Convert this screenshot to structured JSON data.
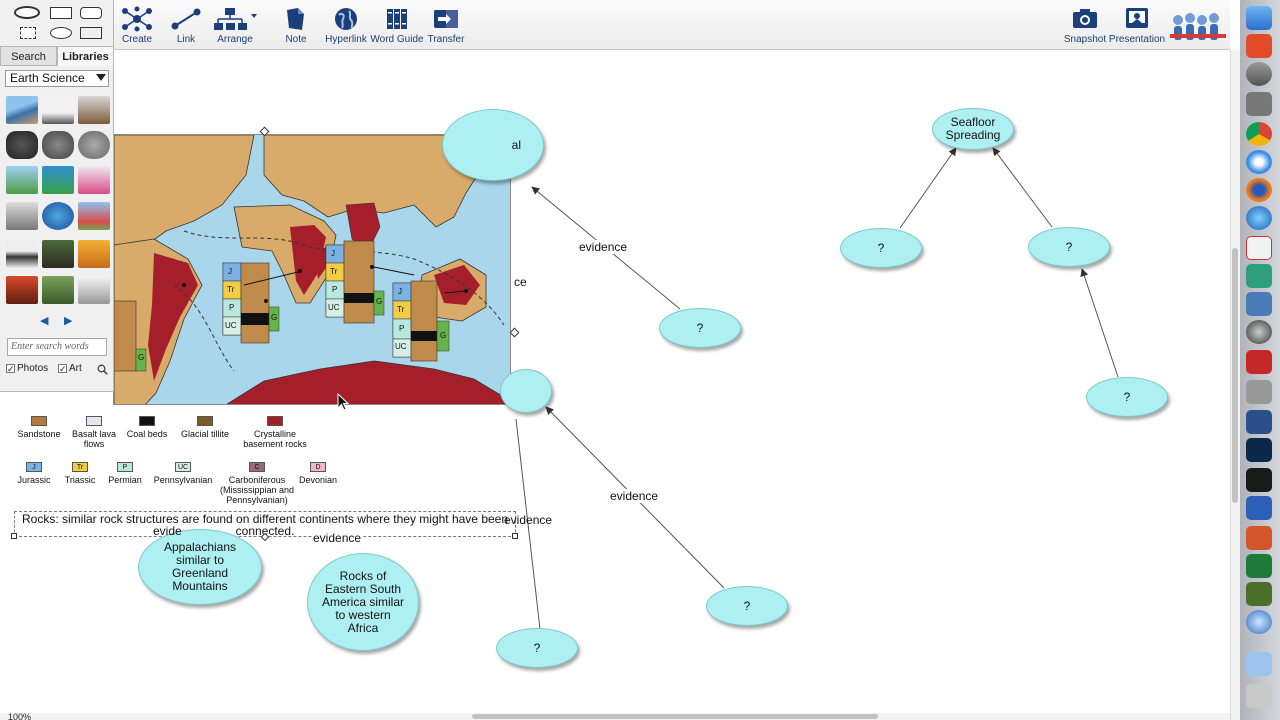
{
  "toolbar": {
    "create": "Create",
    "link": "Link",
    "arrange": "Arrange",
    "note": "Note",
    "hyperlink": "Hyperlink",
    "word_guide": "Word Guide",
    "transfer": "Transfer",
    "snapshot": "Snapshot",
    "presentation": "Presentation"
  },
  "panel": {
    "tab_search": "Search",
    "tab_libraries": "Libraries",
    "library": "Earth Science",
    "search_placeholder": "Enter search words",
    "photos": "Photos",
    "art": "Art",
    "check": "✓"
  },
  "map": {
    "rock_labels": [
      "J",
      "Tr",
      "P",
      "UC",
      "G"
    ]
  },
  "legend": {
    "row1": [
      "Sandstone",
      "Basalt lava flows",
      "Coal beds",
      "Glacial tillite",
      "Crystalline basement rocks"
    ],
    "row2": [
      {
        "abbr": "J",
        "name": "Jurassic"
      },
      {
        "abbr": "Tr",
        "name": "Triassic"
      },
      {
        "abbr": "P",
        "name": "Permian"
      },
      {
        "abbr": "UC",
        "name": "Pennsylvanian"
      },
      {
        "abbr": "C",
        "name": "Carboniferous (Mississippian and Pennsylvanian)"
      },
      {
        "abbr": "D",
        "name": "Devonian"
      }
    ]
  },
  "caption": "Rocks: similar rock structures are found on different continents where they might have been connected.",
  "nodes": {
    "seafloor": "Seafloor Spreading",
    "appalachians": "Appalachians similar to Greenland Mountains",
    "rocks_africa": "Rocks of Eastern South America similar to western Africa",
    "hidden_fragment": "al",
    "q": "?"
  },
  "edge_labels": {
    "evidence": "evidence",
    "partial_evidence": "ce",
    "overlap_evidence": "evide"
  },
  "status": {
    "zoom": "100%"
  },
  "colors": {
    "node_fill": "#aef0f2",
    "accent": "#1a3f7a"
  }
}
